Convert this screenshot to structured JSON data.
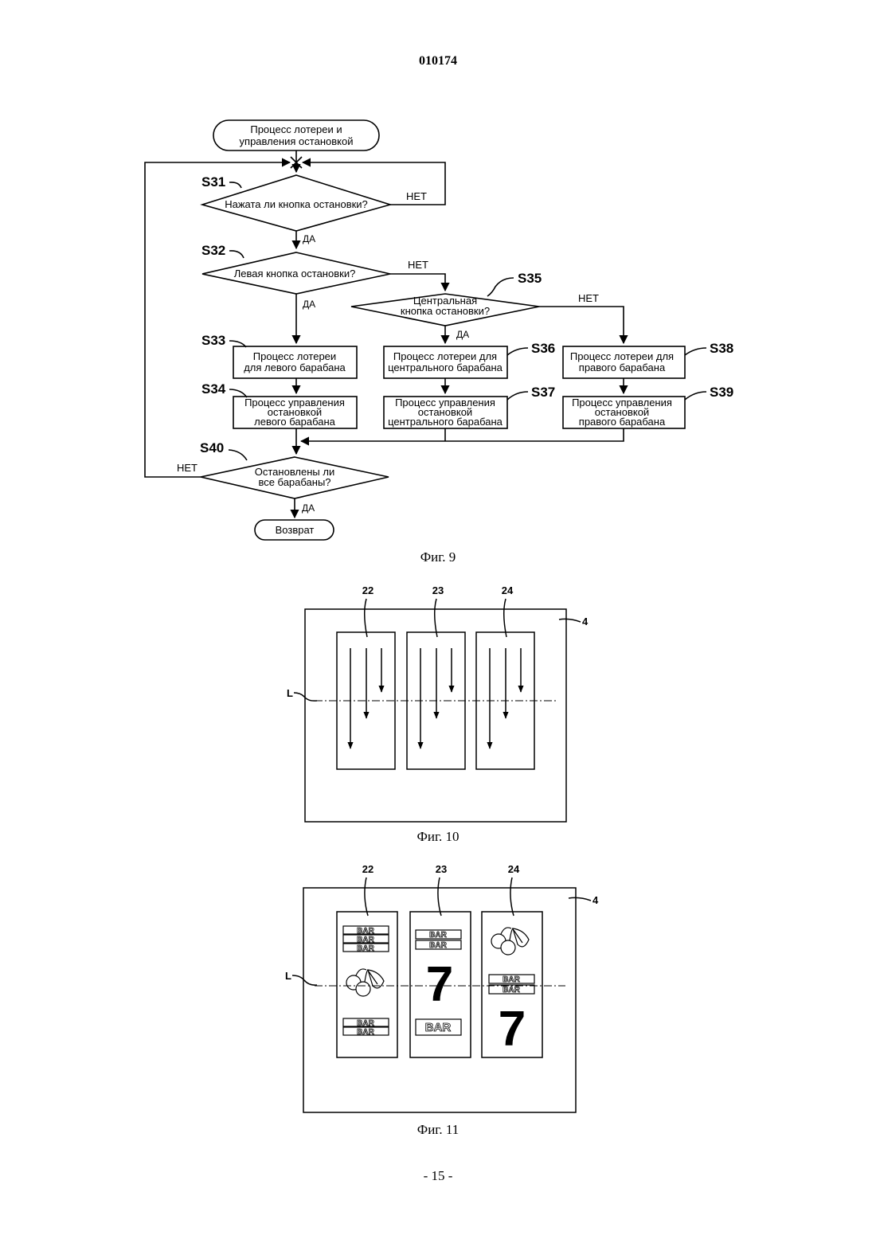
{
  "header": {
    "doc_number": "010174"
  },
  "fig9": {
    "caption": "Фиг. 9",
    "start": [
      "Процесс лотереи и",
      "управления остановкой"
    ],
    "s31": {
      "label": "S31",
      "question": "Нажата ли кнопка остановки?"
    },
    "s32": {
      "label": "S32",
      "question": "Левая кнопка остановки?"
    },
    "s33": {
      "label": "S33",
      "text": [
        "Процесс лотереи",
        "для левого барабана"
      ]
    },
    "s34": {
      "label": "S34",
      "text": [
        "Процесс управления",
        "остановкой",
        "левого барабана"
      ]
    },
    "s35": {
      "label": "S35",
      "question": [
        "Центральная",
        "кнопка остановки?"
      ]
    },
    "s36": {
      "label": "S36",
      "text": [
        "Процесс лотереи для",
        "центрального барабана"
      ]
    },
    "s37": {
      "label": "S37",
      "text": [
        "Процесс управления",
        "остановкой",
        "центрального барабана"
      ]
    },
    "s38": {
      "label": "S38",
      "text": [
        "Процесс лотереи для",
        "правого барабана"
      ]
    },
    "s39": {
      "label": "S39",
      "text": [
        "Процесс управления",
        "остановкой",
        "правого барабана"
      ]
    },
    "s40": {
      "label": "S40",
      "question": [
        "Остановлены ли",
        "все барабаны?"
      ]
    },
    "yes": "ДА",
    "no": "НЕТ",
    "end": "Возврат"
  },
  "fig10": {
    "caption": "Фиг. 10",
    "reel_refs": [
      "22",
      "23",
      "24"
    ],
    "display_ref": "4",
    "line_label": "L"
  },
  "fig11": {
    "caption": "Фиг. 11",
    "reel_refs": [
      "22",
      "23",
      "24"
    ],
    "display_ref": "4",
    "line_label": "L",
    "bar_text": "BAR",
    "seven_text": "7"
  },
  "footer": {
    "page_number": "- 15 -"
  }
}
